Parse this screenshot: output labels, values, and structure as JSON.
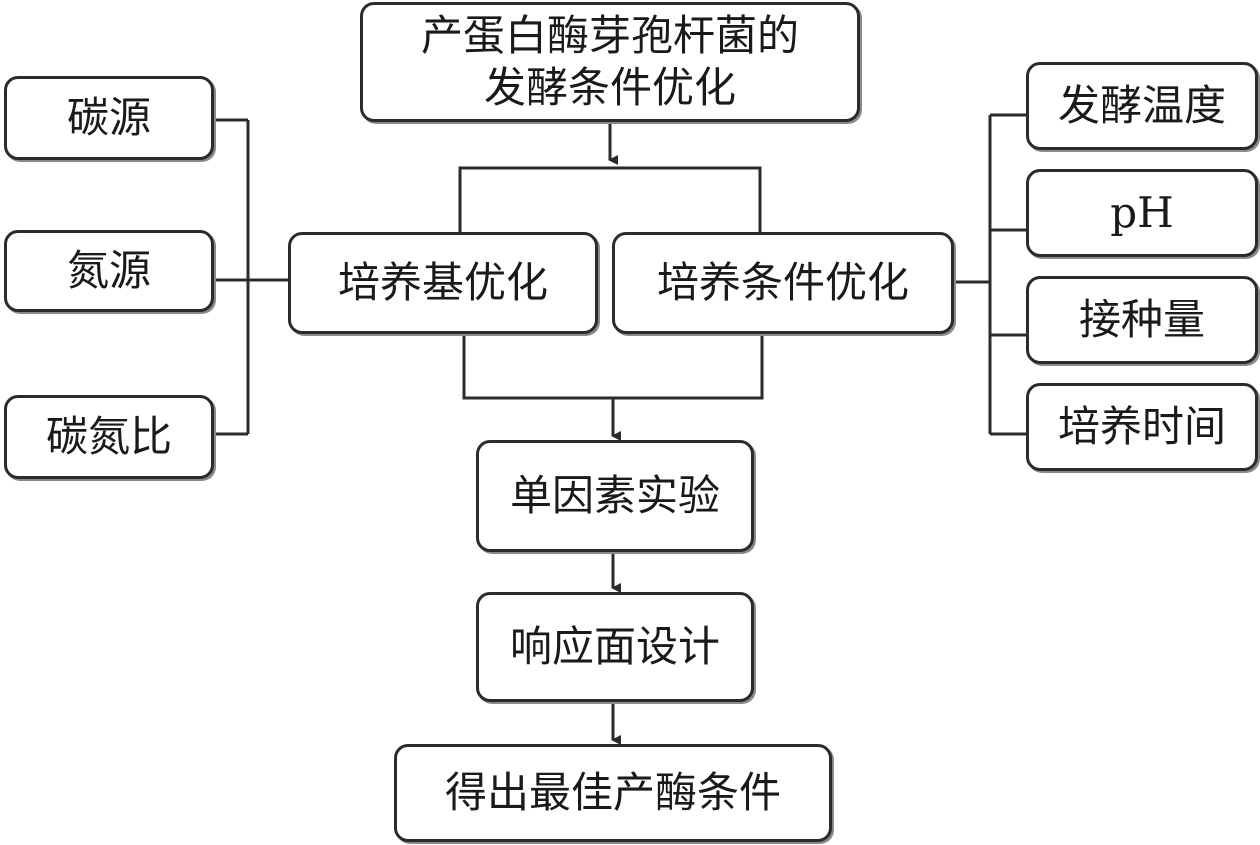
{
  "title": "产蛋白酶芽孢杆菌的\n发酵条件优化",
  "medium_optimization": "培养基优化",
  "culture_condition_optimization": "培养条件优化",
  "medium_factors": [
    "碳源",
    "氮源",
    "碳氮比"
  ],
  "culture_factors": [
    "发酵温度",
    "pH",
    "接种量",
    "培养时间"
  ],
  "single_factor": "单因素实验",
  "response_surface": "响应面设计",
  "result": "得出最佳产酶条件"
}
